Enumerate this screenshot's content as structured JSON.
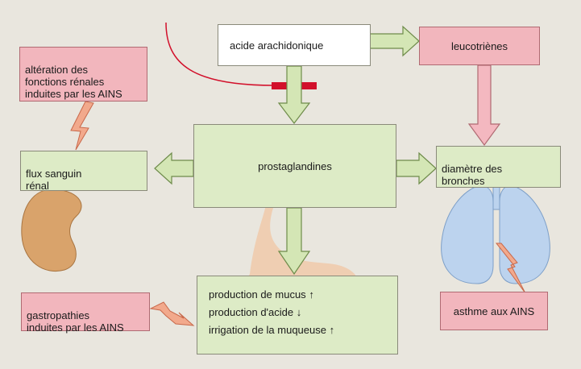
{
  "nodes": {
    "acid": "acide arachidonique",
    "leuco": "leucotriènes",
    "renal_alt": "altération des\nfonctions rénales\ninduites par les AINS",
    "flux": "flux sanguin\nrénal",
    "prosta": "prostaglandines",
    "bronches": "diamètre des\nbronches",
    "gastro": "gastropathies\ninduites par les AINS",
    "asthme": "asthme aux AINS"
  },
  "effects": [
    {
      "label": "production de mucus",
      "arrow": "↑"
    },
    {
      "label": "production d'acide",
      "arrow": "↓"
    },
    {
      "label": "irrigation de la muqueuse",
      "arrow": "↑"
    }
  ],
  "colors": {
    "background": "#e9e6de",
    "green_box": "#ddebc6",
    "pink_box": "#f2b6bd",
    "arrow_green": "#d4e6b5",
    "arrow_pink": "#f4b8c0",
    "inhibition_bar": "#d2102b",
    "kidney": "#d9a36b",
    "lungs": "#bcd3ee",
    "stomach": "#f1c3a0"
  },
  "icons": [
    "kidney-icon",
    "lungs-icon",
    "stomach-icon",
    "lightning-icon"
  ]
}
